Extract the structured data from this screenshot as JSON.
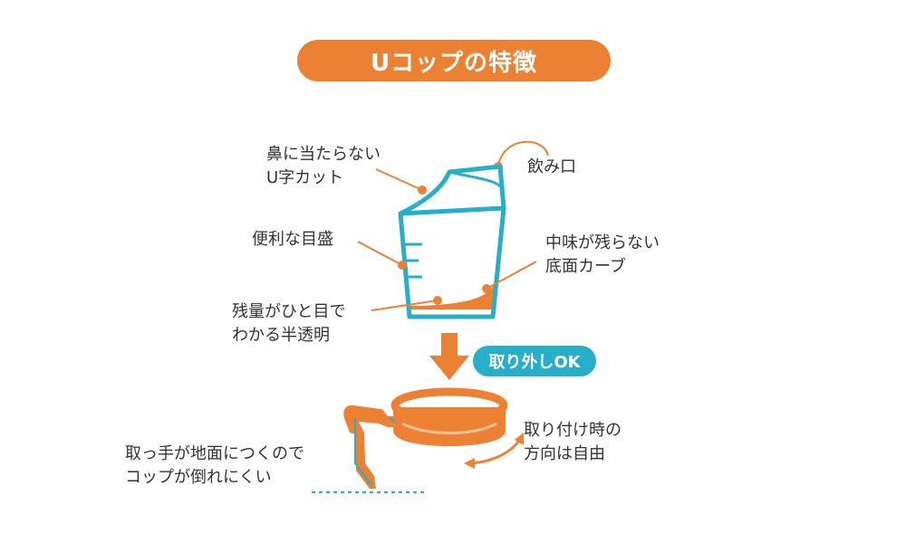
{
  "title": "Uコップの特徴",
  "labels": {
    "nose_cut": [
      "鼻に当たらない",
      "U字カット"
    ],
    "mouth": "飲み口",
    "scale": "便利な目盛",
    "curve": [
      "中味が残らない",
      "底面カーブ"
    ],
    "translucent": [
      "残量がひと目で",
      "わかる半透明"
    ],
    "handle": [
      "取っ手が地面につくので",
      "コップが倒れにくい"
    ],
    "direction": [
      "取り付け時の",
      "方向は自由"
    ]
  },
  "detach_badge": "取り外しOK",
  "colors": {
    "orange": "#ED8133",
    "blue": "#27AFC9",
    "text": "#333333"
  }
}
